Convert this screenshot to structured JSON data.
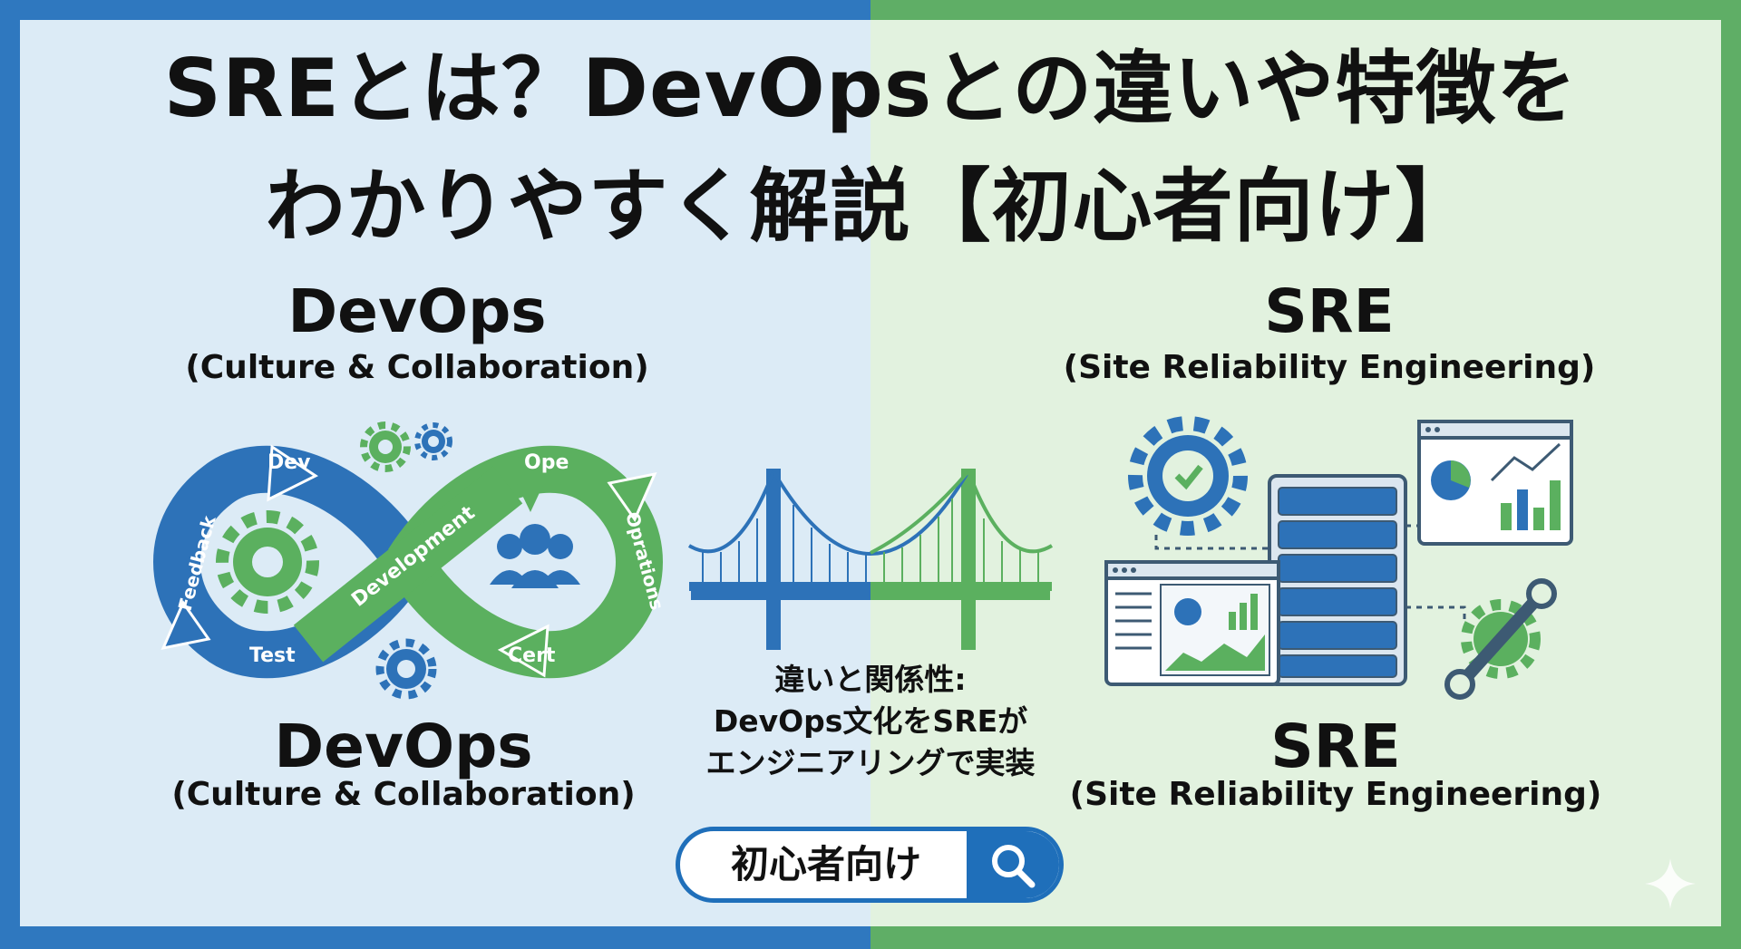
{
  "title": {
    "line1": "SREとは？DevOpsとの違いや特徴を",
    "line2": "わかりやすく解説【初心者向け】"
  },
  "devops_top": {
    "name": "DevOps",
    "subtitle": "(Culture & Collaboration)"
  },
  "sre_top": {
    "name": "SRE",
    "subtitle": "(Site Reliability Engineering)"
  },
  "infinity_labels": {
    "dev": "Dev",
    "feedback": "Feedback",
    "test": "Test",
    "development": "Development",
    "ope": "Ope",
    "oprations": "Oprations",
    "cert": "Cert"
  },
  "relationship": {
    "line1": "違いと関係性:",
    "line2": "DevOps文化をSREが",
    "line3": "エンジニアリングで実装"
  },
  "devops_bottom": {
    "name": "DevOps",
    "subtitle": "(Culture & Collaboration)"
  },
  "sre_bottom": {
    "name": "SRE",
    "subtitle": "(Site Reliability Engineering)"
  },
  "search": {
    "label": "初心者向け",
    "icon": "search-icon"
  },
  "colors": {
    "blue": "#2f78bf",
    "green": "#5fae66",
    "blue_bg": "#dcebf6",
    "green_bg": "#e2f2df"
  }
}
